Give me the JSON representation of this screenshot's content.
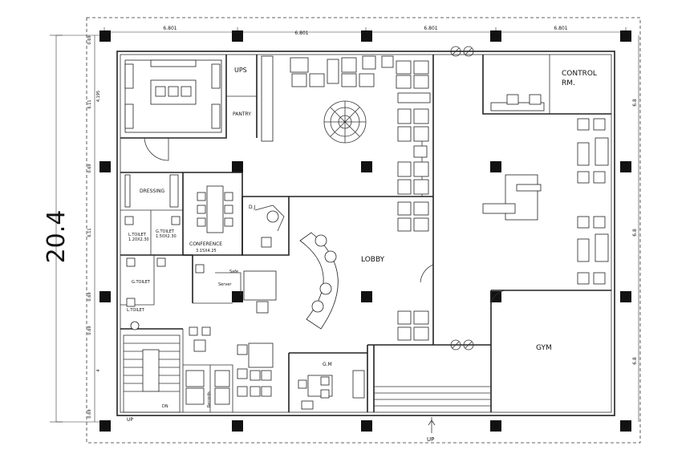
{
  "overall_dimension": "20.4",
  "top_dimensions": [
    "6.801",
    "6.801",
    "6.801",
    "6.801"
  ],
  "left_dimensions": [
    "0.69",
    "6.11",
    "4.195",
    "0.69",
    "6.11",
    "0.69",
    "0.69",
    "4",
    "0.69"
  ],
  "right_dimensions": [
    "6.8",
    "6.8",
    "6.8"
  ],
  "rooms": {
    "ups": "UPS",
    "pantry": "PANTRY",
    "control_line1": "CONTROL",
    "control_line2": "RM.",
    "dressing": "DRESSING",
    "l_toilet": "L.TOILET",
    "l_toilet_size": "1.20X2.30",
    "g_toilet": "G.TOILET",
    "g_toilet_size": "1.50X2.30",
    "conference": "CONFERENCE",
    "conference_size": "3.15X4.25",
    "g_toilet_lower": "G.TOILET",
    "toilet_lower": "L.TOILET",
    "dj": "D.J",
    "lobby": "LOBBY",
    "gym": "GYM",
    "gm": "G.M",
    "server": "Server",
    "safe": "Safe",
    "records": "Records"
  },
  "stair_labels": {
    "up_left": "UP",
    "up_bottom": "UP",
    "dn": "DN"
  }
}
